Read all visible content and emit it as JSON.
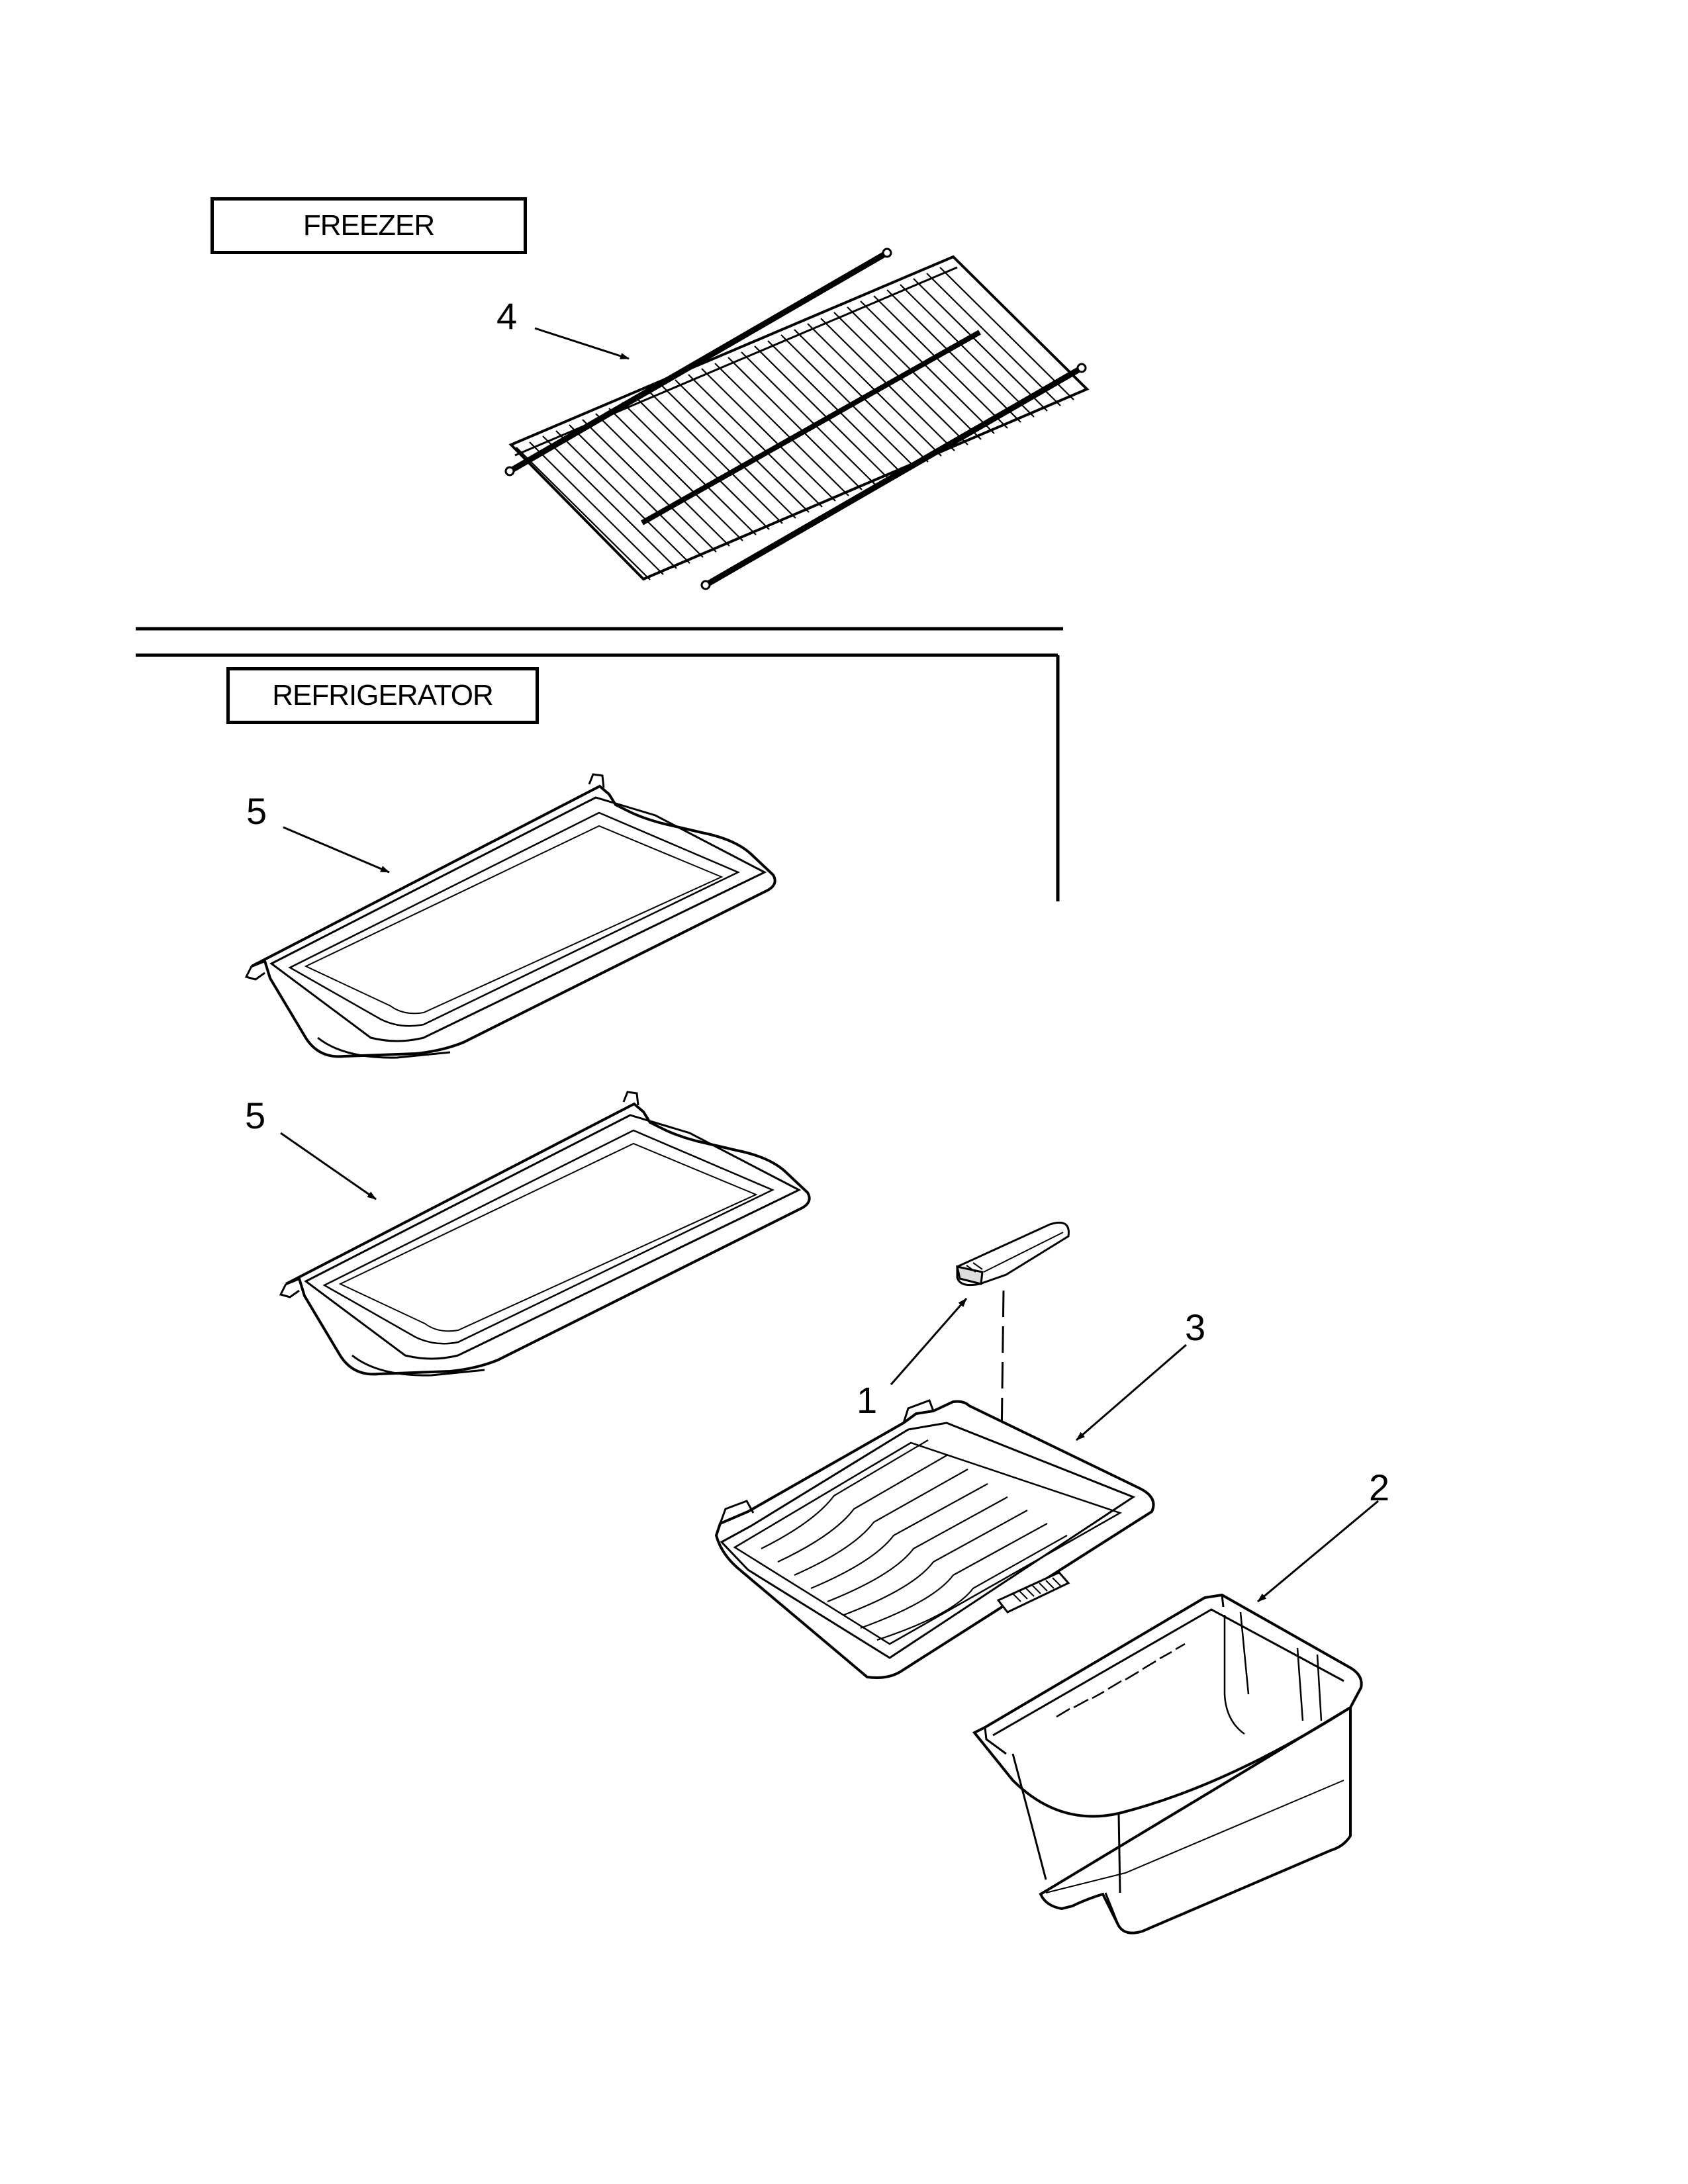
{
  "sections": {
    "freezer": {
      "label": "FREEZER"
    },
    "refrigerator": {
      "label": "REFRIGERATOR"
    }
  },
  "callouts": [
    {
      "id": "callout-4",
      "number": "4",
      "part": "freezer-wire-shelf"
    },
    {
      "id": "callout-5a",
      "number": "5",
      "part": "refrigerator-shelf-upper"
    },
    {
      "id": "callout-5b",
      "number": "5",
      "part": "refrigerator-shelf-lower"
    },
    {
      "id": "callout-1",
      "number": "1",
      "part": "humidity-control-slide"
    },
    {
      "id": "callout-3",
      "number": "3",
      "part": "crisper-cover"
    },
    {
      "id": "callout-2",
      "number": "2",
      "part": "crisper-drawer"
    }
  ],
  "colors": {
    "line": "#000000",
    "background": "#ffffff"
  }
}
